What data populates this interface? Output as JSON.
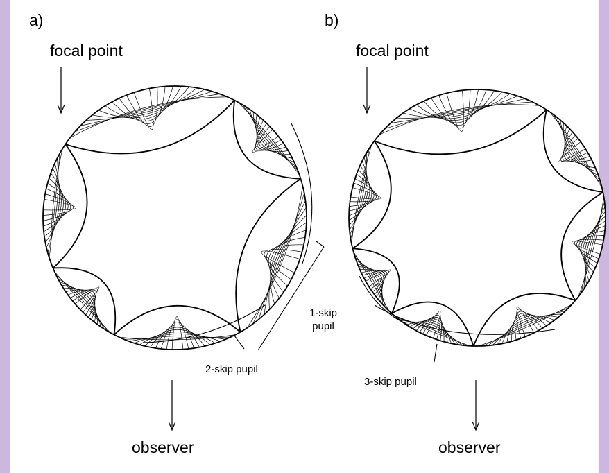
{
  "panel_a": {
    "label": "a)",
    "focal_point": "focal point",
    "pupil_label": "2-skip pupil",
    "observer": "observer"
  },
  "panel_b": {
    "label": "b)",
    "focal_point": "focal point",
    "pupil_label_1": "1-skip\npupil",
    "pupil_label_3": "3-skip pupil",
    "observer": "observer"
  },
  "colors": {
    "ink": "#000000",
    "page": "#ffffff",
    "frame": "#d6c4e4"
  }
}
